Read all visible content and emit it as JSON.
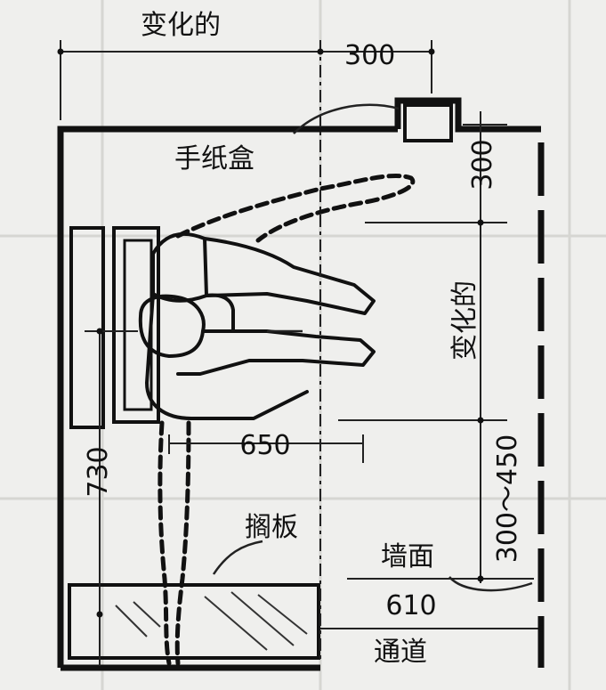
{
  "labels": {
    "top_variable": "变化的",
    "top_300": "300",
    "paper_box": "手纸盒",
    "right_300": "300",
    "right_variable": "变化的",
    "dim_650": "650",
    "dim_730": "730",
    "dim_300_450": "300～450",
    "shelf": "搁板",
    "wall_surface": "墙面",
    "dim_610": "610",
    "passage": "通道"
  }
}
